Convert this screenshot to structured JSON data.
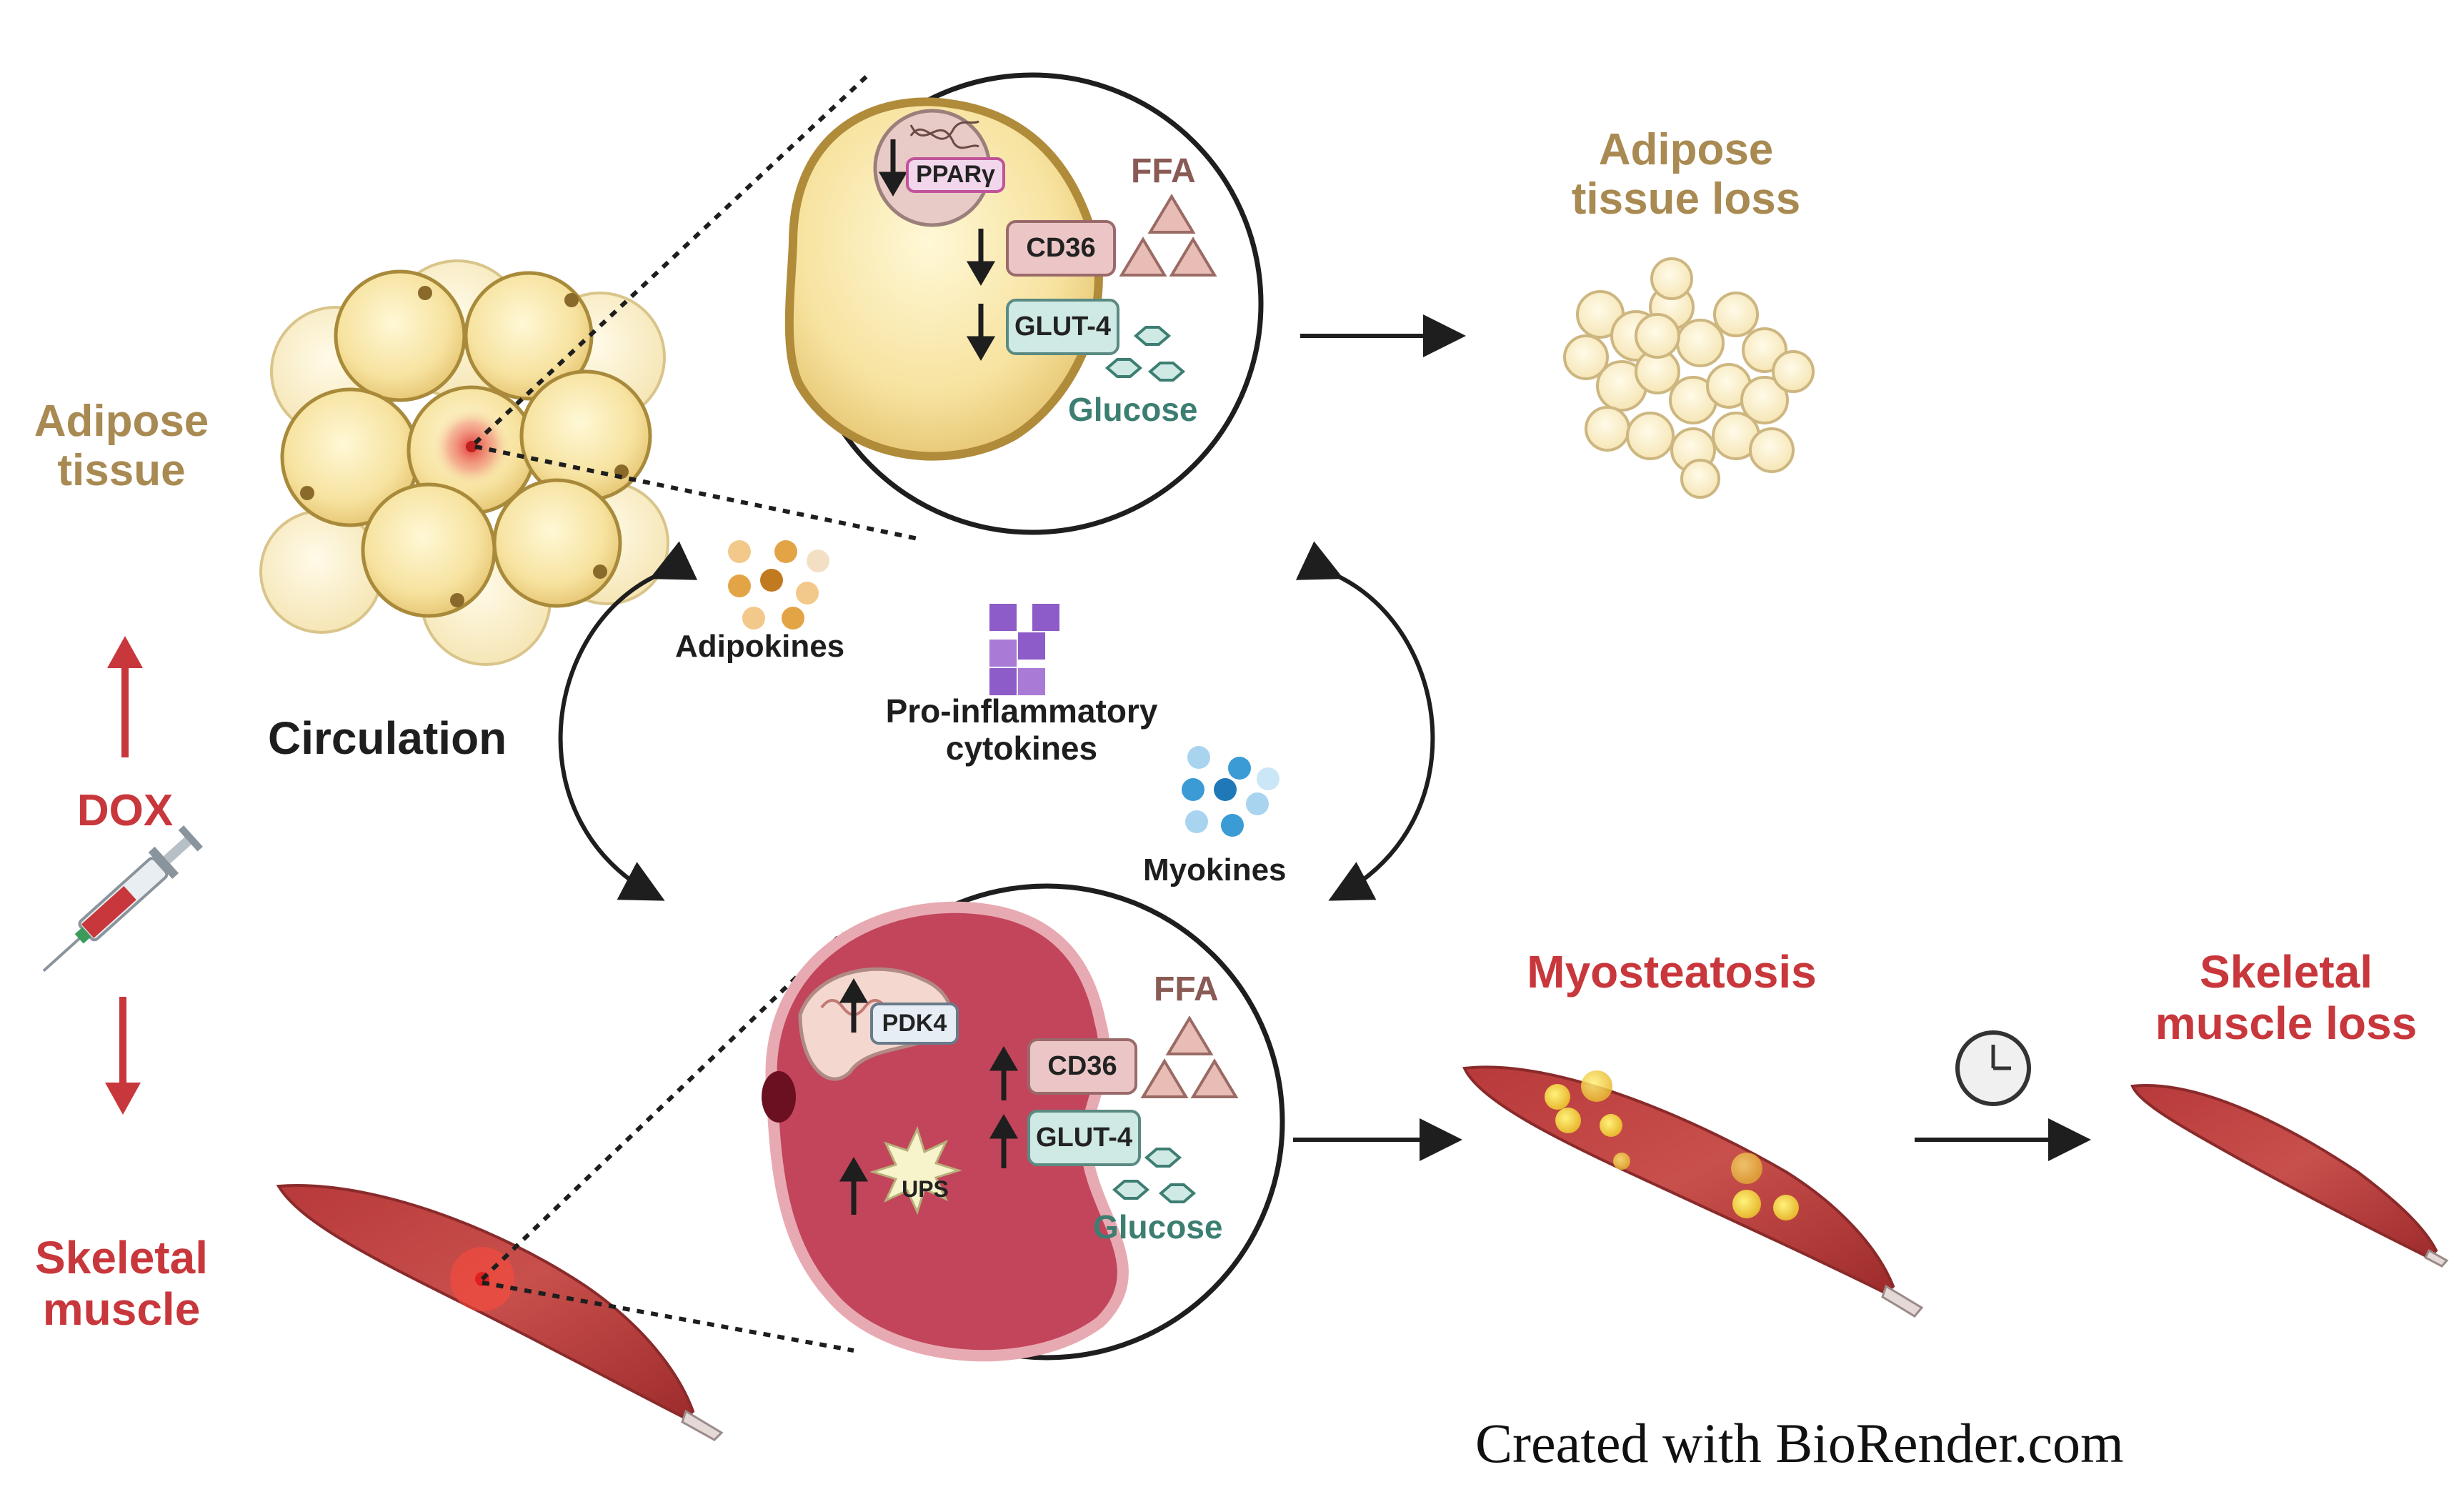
{
  "labels": {
    "adipose_tissue": [
      "Adipose",
      "tissue"
    ],
    "adipose_tissue_loss": [
      "Adipose",
      "tissue loss"
    ],
    "dox": "DOX",
    "skeletal_muscle": [
      "Skeletal",
      "muscle"
    ],
    "circulation": "Circulation",
    "adipokines": "Adipokines",
    "pro_inflammatory": [
      "Pro-inflammatory",
      "cytokines"
    ],
    "myokines": "Myokines",
    "myosteatosis": "Myosteatosis",
    "skeletal_muscle_loss": [
      "Skeletal",
      "muscle loss"
    ],
    "credit": "Created with BioRender.com"
  },
  "adipocyte_inset": {
    "ppar": "PPARγ",
    "ffa": "FFA",
    "cd36": "CD36",
    "glut4": "GLUT-4",
    "glucose": "Glucose"
  },
  "muscle_inset": {
    "pdk4": "PDK4",
    "ffa": "FFA",
    "cd36": "CD36",
    "glut4": "GLUT-4",
    "ups": "UPS",
    "glucose": "Glucose"
  },
  "colors": {
    "adipose_text": "#a88a52",
    "muscle_text": "#c8373b",
    "adipocyte_fill": "#f7e4a2",
    "muscle_fill": "#c2455b",
    "cd36_box": "#ecc6c6",
    "glut4_box": "#cfe9e4",
    "glucose_text": "#3d7e72",
    "cytokine_purple": "#8e5cc8",
    "myokine_blue": "#3a9bd5",
    "adipokine_orange": "#e3a445"
  },
  "icons": [
    "syringe-icon",
    "clock-icon",
    "dna-icon",
    "down-arrow-icon",
    "up-arrow-icon"
  ]
}
